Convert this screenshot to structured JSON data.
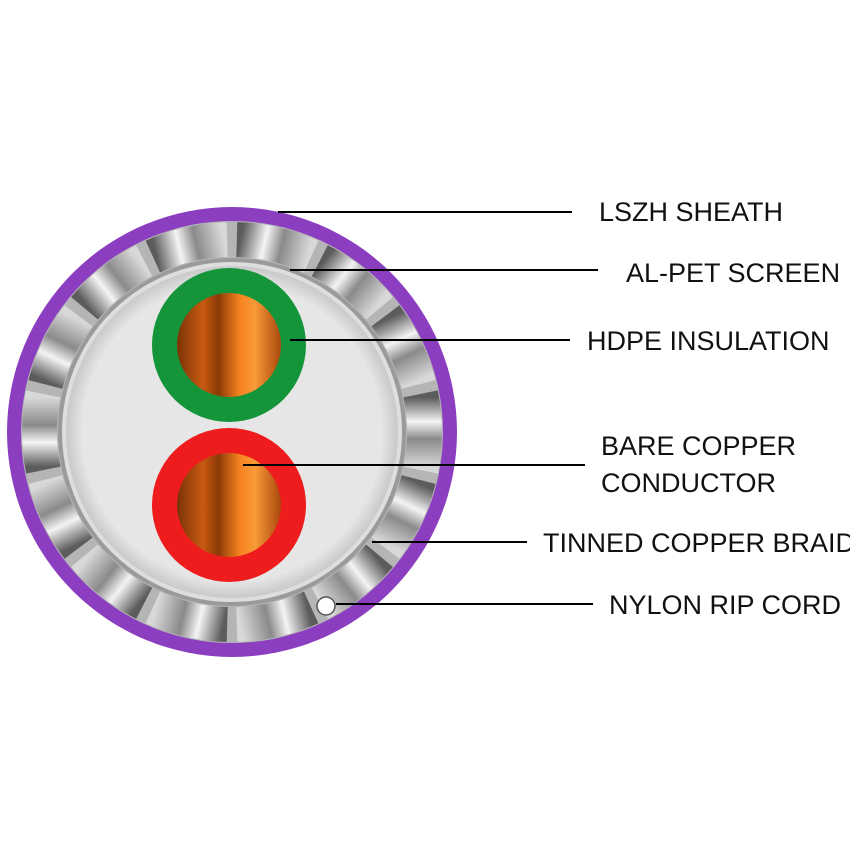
{
  "colors": {
    "sheath": "#8b3fc0",
    "braid_light": "#f2f2f2",
    "braid_dark": "#6a6a6a",
    "screen_fill": "#e6e6e6",
    "insulation_green": "#14953a",
    "insulation_red": "#ee1c1c",
    "copper_light": "#f5821f",
    "copper_dark": "#8a3a08",
    "rip_cord": "#ffffff",
    "leader_line": "#000000"
  },
  "labels": {
    "sheath": "LSZH SHEATH",
    "screen": "AL-PET SCREEN",
    "insulation": "HDPE  INSULATION",
    "conductor_line1": "BARE COPPER",
    "conductor_line2": "CONDUCTOR",
    "braid": "TINNED COPPER BRAID",
    "rip_cord": "NYLON RIP CORD"
  }
}
